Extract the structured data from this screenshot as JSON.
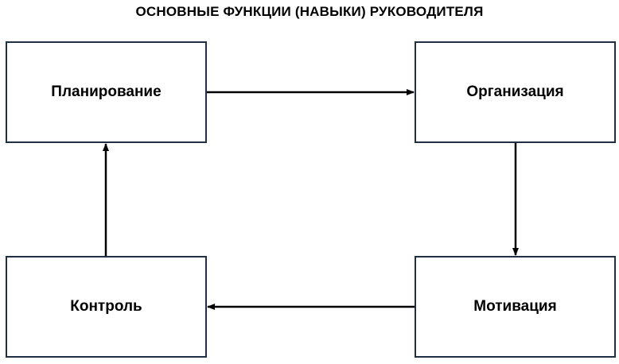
{
  "diagram": {
    "title": "ОСНОВНЫЕ ФУНКЦИИ (НАВЫКИ) РУКОВОДИТЕЛЯ",
    "nodes": {
      "planning": "Планирование",
      "organization": "Организация",
      "motivation": "Мотивация",
      "control": "Контроль"
    },
    "edges": [
      {
        "from": "planning",
        "to": "organization"
      },
      {
        "from": "organization",
        "to": "motivation"
      },
      {
        "from": "motivation",
        "to": "control"
      },
      {
        "from": "control",
        "to": "planning"
      }
    ]
  }
}
